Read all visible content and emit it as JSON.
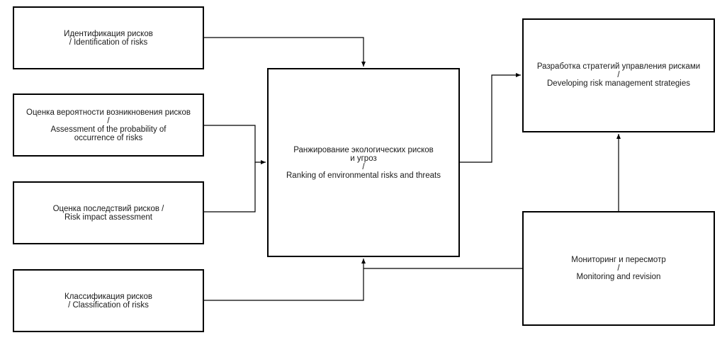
{
  "diagram": {
    "nodes": {
      "identification": {
        "line1": "Идентификация рисков",
        "line2": "/ Identification of risks"
      },
      "probability": {
        "line1": "Оценка вероятности  возникновения рисков",
        "line2": "/",
        "line3": "Assessment of the probability of\noccurrence of risks"
      },
      "impact": {
        "line1": "Оценка последствий рисков /",
        "line2": "Risk impact assessment"
      },
      "classification": {
        "line1": "Классификация рисков",
        "line2": "/ Classification of risks"
      },
      "ranking": {
        "line1": "Ранжирование экологических рисков\nи угроз",
        "line2": "/",
        "line3": "Ranking of environmental risks and threats"
      },
      "strategies": {
        "line1": "Разработка стратегий управления рисками",
        "line2": "/",
        "line3": "Developing risk management strategies"
      },
      "monitoring": {
        "line1": "Мониторинг и пересмотр",
        "line2": "/",
        "line3": "Monitoring and revision"
      }
    },
    "edges": [
      {
        "from": "identification",
        "to": "ranking"
      },
      {
        "from": "probability",
        "to": "ranking"
      },
      {
        "from": "impact",
        "to": "ranking"
      },
      {
        "from": "classification",
        "to": "ranking"
      },
      {
        "from": "monitoring",
        "to": "ranking"
      },
      {
        "from": "ranking",
        "to": "strategies"
      },
      {
        "from": "monitoring",
        "to": "strategies"
      }
    ],
    "colors": {
      "stroke": "#000000",
      "text": "#1a1a1a",
      "background": "#ffffff"
    }
  }
}
